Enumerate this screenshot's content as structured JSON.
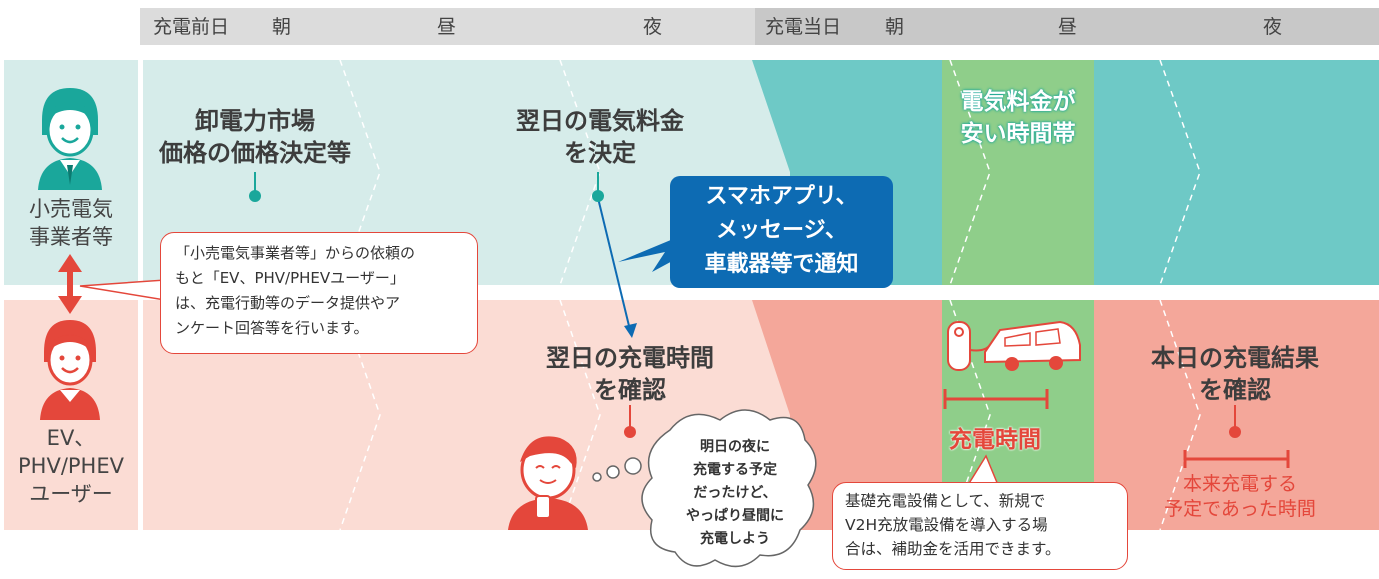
{
  "colors": {
    "teal_bg": "#d6ecea",
    "teal_dark": "#6ec9c6",
    "teal_accent": "#1aa79b",
    "pink_bg": "#fbdcd4",
    "pink_dark": "#f4a79a",
    "green_band": "#8fce8a",
    "red_accent": "#e4473b",
    "blue_box": "#0d6bb3",
    "header_gray": "#dcdcdc",
    "header_gray_dark": "#bdbdbd"
  },
  "header": {
    "day1_label": "充電前日",
    "day1_morning": "朝",
    "day1_noon": "昼",
    "day1_night": "夜",
    "day2_label": "充電当日",
    "day2_morning": "朝",
    "day2_noon": "昼",
    "day2_night": "夜"
  },
  "roles": {
    "retailer_line1": "小売電気",
    "retailer_line2": "事業者等",
    "user_line1": "EV、",
    "user_line2": "PHV/PHEV",
    "user_line3": "ユーザー"
  },
  "steps": {
    "market_line1": "卸電力市場",
    "market_line2": "価格の価格決定等",
    "tariff_line1": "翌日の電気料金",
    "tariff_line2": "を決定",
    "cheap_line1": "電気料金が",
    "cheap_line2": "安い時間帯",
    "confirm_line1": "翌日の充電時間",
    "confirm_line2": "を確認",
    "result_line1": "本日の充電結果",
    "result_line2": "を確認",
    "charging_time": "充電時間",
    "planned_line1": "本来充電する",
    "planned_line2": "予定であった時間"
  },
  "notify": {
    "line1": "スマホアプリ、",
    "line2": "メッセージ、",
    "line3": "車載器等で通知"
  },
  "callouts": {
    "survey_line1": "「小売電気事業者等」からの依頼の",
    "survey_line2": "もと「EV、PHV/PHEVユーザー」",
    "survey_line3": "は、充電行動等のデータ提供やア",
    "survey_line4": "ンケート回答等を行います。",
    "v2h_line1": "基礎充電設備として、新規で",
    "v2h_line2": "V2H充放電設備を導入する場",
    "v2h_line3": "合は、補助金を活用できます。"
  },
  "thought": {
    "line1": "明日の夜に",
    "line2": "充電する予定",
    "line3": "だったけど、",
    "line4": "やっぱり昼間に",
    "line5": "充電しよう"
  }
}
